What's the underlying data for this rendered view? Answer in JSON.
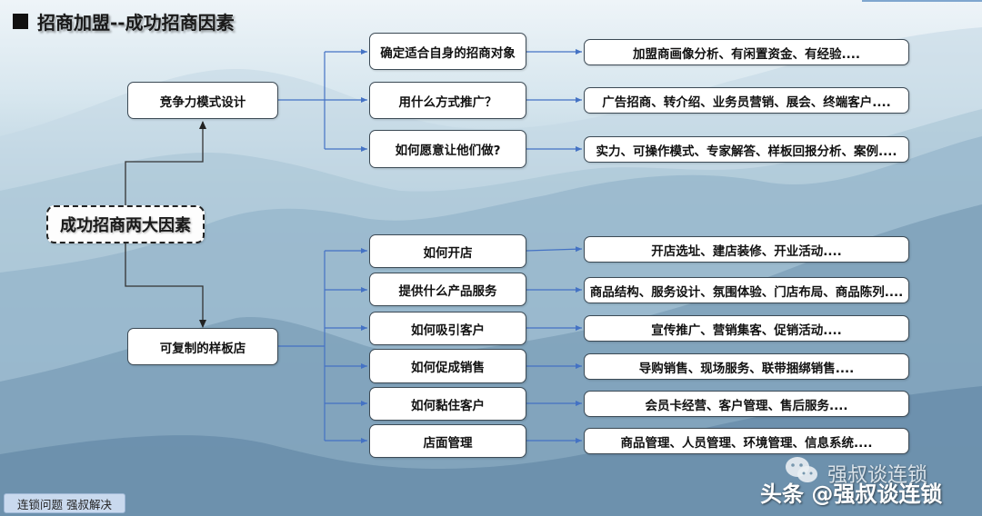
{
  "title": "招商加盟--成功招商因素",
  "root": {
    "label": "成功招商两大因素"
  },
  "branches": [
    {
      "label": "竞争力模式设计",
      "children": [
        {
          "label": "确定适合自身的招商对象",
          "detail": "加盟商画像分析、有闲置资金、有经验...."
        },
        {
          "label": "用什么方式推广？",
          "detail": "广告招商、转介绍、业务员营销、展会、终端客户...."
        },
        {
          "label": "如何愿意让他们做?",
          "detail": "实力、可操作模式、专家解答、样板回报分析、案例...."
        }
      ]
    },
    {
      "label": "可复制的样板店",
      "children": [
        {
          "label": "如何开店",
          "detail": "开店选址、建店装修、开业活动...."
        },
        {
          "label": "提供什么产品服务",
          "detail": "商品结构、服务设计、氛围体验、门店布局、商品陈列...."
        },
        {
          "label": "如何吸引客户",
          "detail": "宣传推广、营销集客、促销活动...."
        },
        {
          "label": "如何促成销售",
          "detail": "导购销售、现场服务、联带捆绑销售...."
        },
        {
          "label": "如何黏住客户",
          "detail": "会员卡经营、客户管理、售后服务...."
        },
        {
          "label": "店面管理",
          "detail": "商品管理、人员管理、环境管理、信息系统...."
        }
      ]
    }
  ],
  "footer": {
    "badge": "连锁问题 强叔解决"
  },
  "watermark": {
    "top": "强叔谈连锁",
    "main": "头条 @强叔谈连锁",
    "icon": "wechat-icon"
  },
  "colors": {
    "connector": "#4472c4",
    "root_connector": "#333333",
    "box_border": "#3c4a55"
  }
}
